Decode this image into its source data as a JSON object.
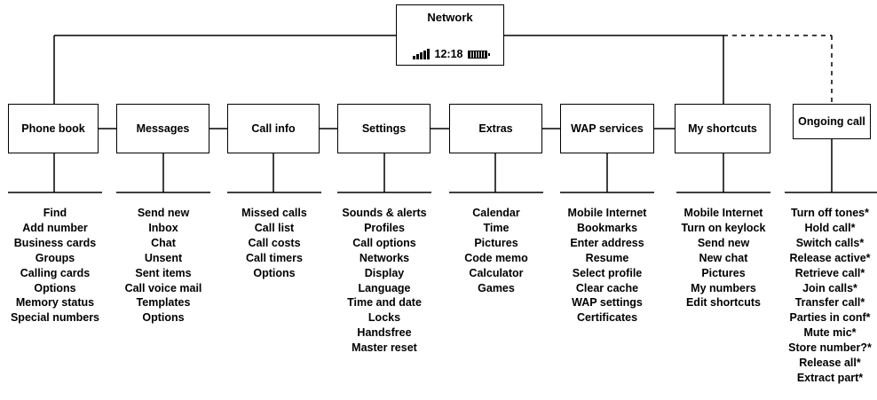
{
  "root": {
    "title": "Network",
    "clock": "12:18",
    "icons": [
      "signal-strength-icon",
      "battery-icon"
    ]
  },
  "menus": [
    {
      "label": "Phone book",
      "items": [
        "Find",
        "Add number",
        "Business cards",
        "Groups",
        "Calling cards",
        "Options",
        "Memory status",
        "Special numbers"
      ]
    },
    {
      "label": "Messages",
      "items": [
        "Send new",
        "Inbox",
        "Chat",
        "Unsent",
        "Sent items",
        "Call voice mail",
        "Templates",
        "Options"
      ]
    },
    {
      "label": "Call info",
      "items": [
        "Missed calls",
        "Call list",
        "Call costs",
        "Call timers",
        "Options"
      ]
    },
    {
      "label": "Settings",
      "items": [
        "Sounds & alerts",
        "Profiles",
        "Call options",
        "Networks",
        "Display",
        "Language",
        "Time and date",
        "Locks",
        "Handsfree",
        "Master reset"
      ]
    },
    {
      "label": "Extras",
      "items": [
        "Calendar",
        "Time",
        "Pictures",
        "Code memo",
        "Calculator",
        "Games"
      ]
    },
    {
      "label": "WAP services",
      "items": [
        "Mobile Internet",
        "Bookmarks",
        "Enter address",
        "Resume",
        "Select profile",
        "Clear cache",
        "WAP settings",
        "Certificates"
      ]
    },
    {
      "label": "My shortcuts",
      "items": [
        "Mobile Internet",
        "Turn on keylock",
        "Send new",
        "New chat",
        "Pictures",
        "My numbers",
        "Edit shortcuts"
      ]
    },
    {
      "label": "Ongoing call",
      "items": [
        "Turn off tones*",
        "Hold call*",
        "Switch calls*",
        "Release active*",
        "Retrieve call*",
        "Join calls*",
        "Transfer call*",
        "Parties in conf*",
        "Mute mic*",
        "Store number?*",
        "Release all*",
        "Extract part*"
      ]
    }
  ]
}
